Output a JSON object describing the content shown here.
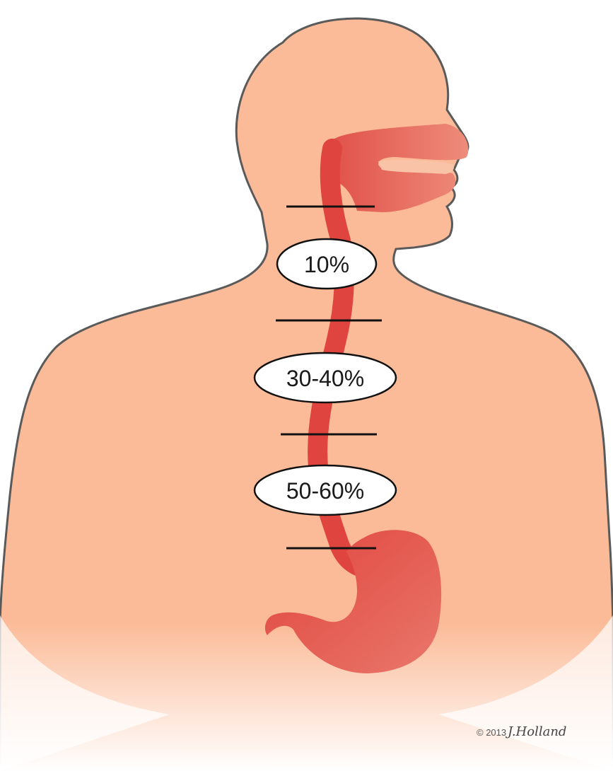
{
  "colors": {
    "skin": "#fbbb98",
    "skin_outline": "#5a5a5a",
    "tract": "#e0443e",
    "tract_light": "#ed8a78",
    "divider": "#111111",
    "label_fill": "#ffffff"
  },
  "regions": [
    {
      "id": "upper",
      "label": "10%"
    },
    {
      "id": "middle",
      "label": "30-40%"
    },
    {
      "id": "lower",
      "label": "50-60%"
    }
  ],
  "credit": {
    "copyright": "© 2013",
    "author": "J.Holland"
  }
}
